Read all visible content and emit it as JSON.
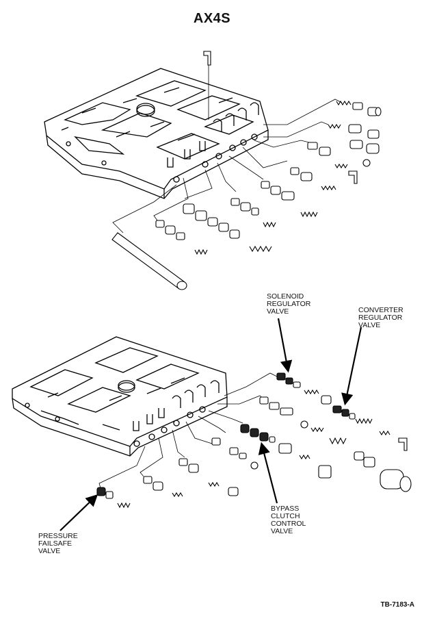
{
  "title": "AX4S",
  "callouts": {
    "solenoid_regulator_valve": "SOLENOID\nREGULATOR\nVALVE",
    "converter_regulator_valve": "CONVERTER\nREGULATOR\nVALVE",
    "bypass_clutch_control_valve": "BYPASS\nCLUTCH\nCONTROL\nVALVE",
    "pressure_failsafe_valve": "PRESSURE\nFAILSAFE\nVALVE"
  },
  "figure_id": "TB-7183-A"
}
